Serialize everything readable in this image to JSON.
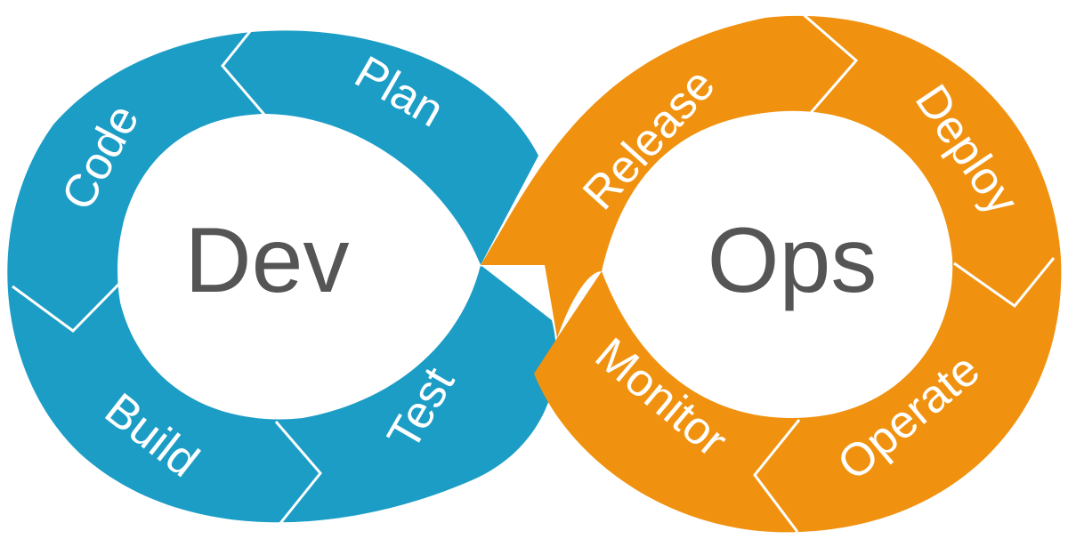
{
  "colors": {
    "dev": "#1c9dc6",
    "ops": "#f0920f",
    "center_text": "#555555",
    "label_text": "#ffffff"
  },
  "dev": {
    "title": "Dev",
    "stages": [
      "Plan",
      "Code",
      "Build",
      "Test"
    ]
  },
  "ops": {
    "title": "Ops",
    "stages": [
      "Release",
      "Deploy",
      "Operate",
      "Monitor"
    ]
  }
}
